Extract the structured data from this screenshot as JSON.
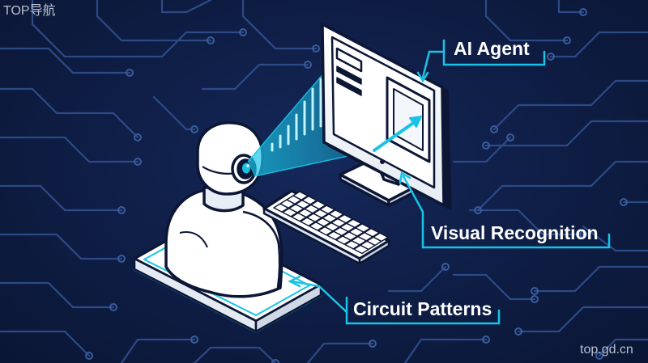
{
  "watermark_top_left": "TOP导航",
  "watermark_bottom_right": "top.gd.cn",
  "labels": {
    "agent": "AI Agent",
    "visual": "Visual Recognition",
    "circuit": "Circuit Patterns"
  },
  "colors": {
    "background": "#0e1d44",
    "circuit": "#2c4a86",
    "accent": "#19c3e6",
    "outline": "#0c1635",
    "fill": "#ffffff"
  }
}
